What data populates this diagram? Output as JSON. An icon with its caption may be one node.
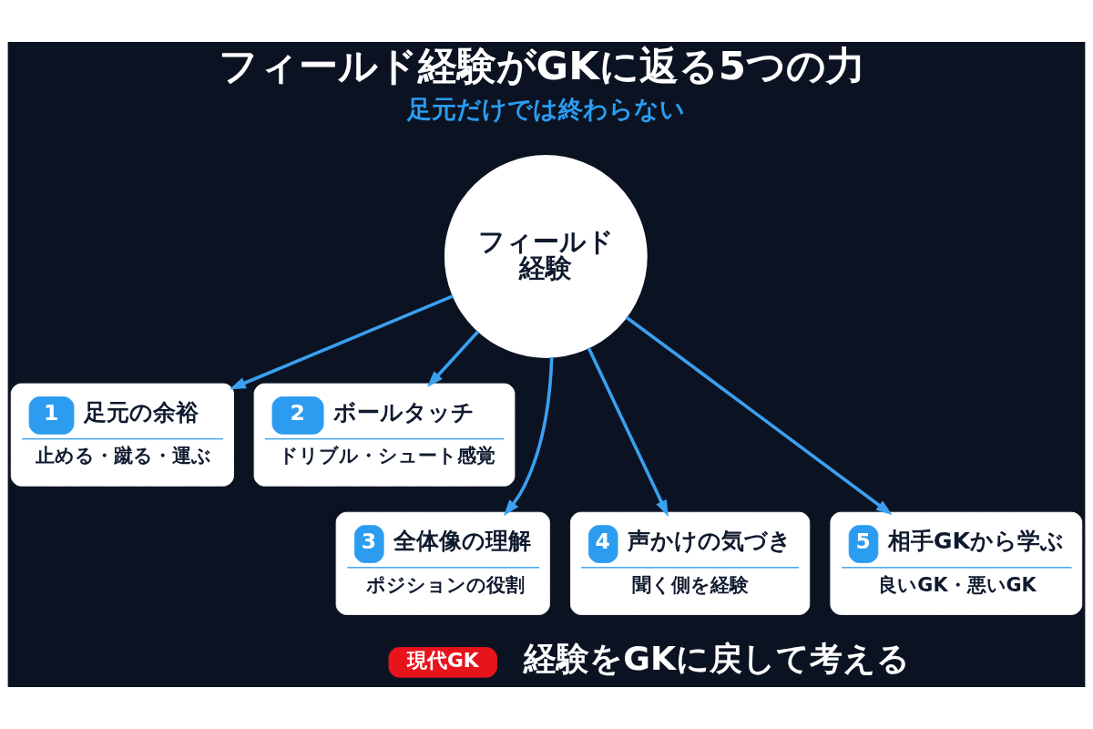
{
  "diagram": {
    "title": "フィールド経験がGKに返る5つの力",
    "caption": "経験をGKに戻して考える",
    "nodes": [
      {
        "text": [
          "1",
          "足元の余裕",
          "止める・蹴る・運ぶ"
        ]
      },
      {
        "text": [
          "2",
          "ボールタッチ",
          "ドリブル・シュート感覚"
        ]
      },
      {
        "text": [
          "フィールド経験"
        ]
      },
      {
        "text": [
          "3",
          "全体像の理解",
          "ポジションの役割"
        ]
      },
      {
        "text": [
          "4",
          "声かけの気づき",
          "聞く側を経験"
        ]
      },
      {
        "text": [
          "5",
          "相手GKから学ぶ",
          "良いGK・悪いGK"
        ]
      },
      {
        "text": [
          "現代GK"
        ]
      }
    ],
    "edges": [
      {
        "from": 2,
        "to": 0,
        "arrow": "to"
      },
      {
        "from": 2,
        "to": 1,
        "arrow": "to"
      },
      {
        "from": 2,
        "to": 3,
        "arrow": "to"
      },
      {
        "from": 2,
        "to": 4,
        "arrow": "to"
      },
      {
        "from": 2,
        "to": 5,
        "arrow": "to"
      }
    ],
    "labels": [
      "足元だけでは終わらない"
    ]
  }
}
